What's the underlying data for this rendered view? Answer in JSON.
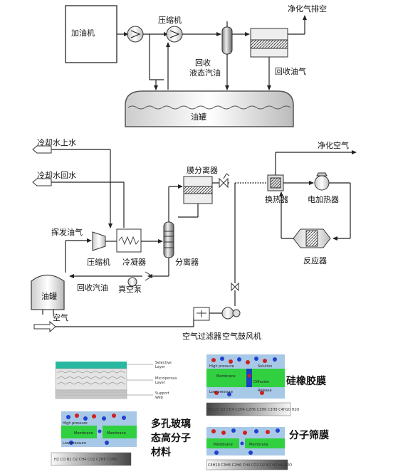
{
  "top": {
    "dispenser": "加油机",
    "compressor": "压缩机",
    "vent": "净化气排空",
    "recovered_liquid_line1": "回收",
    "recovered_liquid_line2": "液态汽油",
    "recovered_vapor": "回收油气",
    "tank": "油罐"
  },
  "process": {
    "cooling_supply": "冷却水上水",
    "cooling_return": "冷却水回水",
    "membrane_separator": "膜分离器",
    "clean_air": "净化空气",
    "heat_exchanger": "换热器",
    "electric_heater": "电加热器",
    "volatile_vapor": "挥发油气",
    "compressor": "压缩机",
    "condenser": "冷凝器",
    "separator": "分离器",
    "reactor": "反应器",
    "tank": "油罐",
    "recovered_gasoline": "回收汽油",
    "vacuum_pump": "真空泵",
    "air": "空气",
    "air_filter": "空气过滤器",
    "air_blower": "空气鼓风机"
  },
  "materials": {
    "layer_labels": [
      "Selective",
      "Layer",
      "Microporous",
      "Layer",
      "Support",
      "Web"
    ],
    "silicone_membrane": "硅橡胶膜",
    "porous_glass_line1": "多孔玻璃",
    "porous_glass_line2": "态高分子",
    "porous_glass_line3": "材料",
    "molecular_sieve": "分子筛膜",
    "panel_high_pressure": "High pressure",
    "panel_low_pressure": "Low pressure",
    "panel_membrane": "Membrane",
    "panel_solution": "Solution",
    "panel_diffusion": "Diffusion",
    "panel_release": "Release",
    "scale_a": "H2 CO N2 O2 CH4 CO2 C2H6 C3H8",
    "scale_b": "H2 CO O2 CH4 C2H4 C2H6 C3H6 C3H8 C4H10 H2O",
    "scale_c": "C4H10 C3H8 C2H6 CH4 CO2 O2 N2 H2 He H2O"
  }
}
